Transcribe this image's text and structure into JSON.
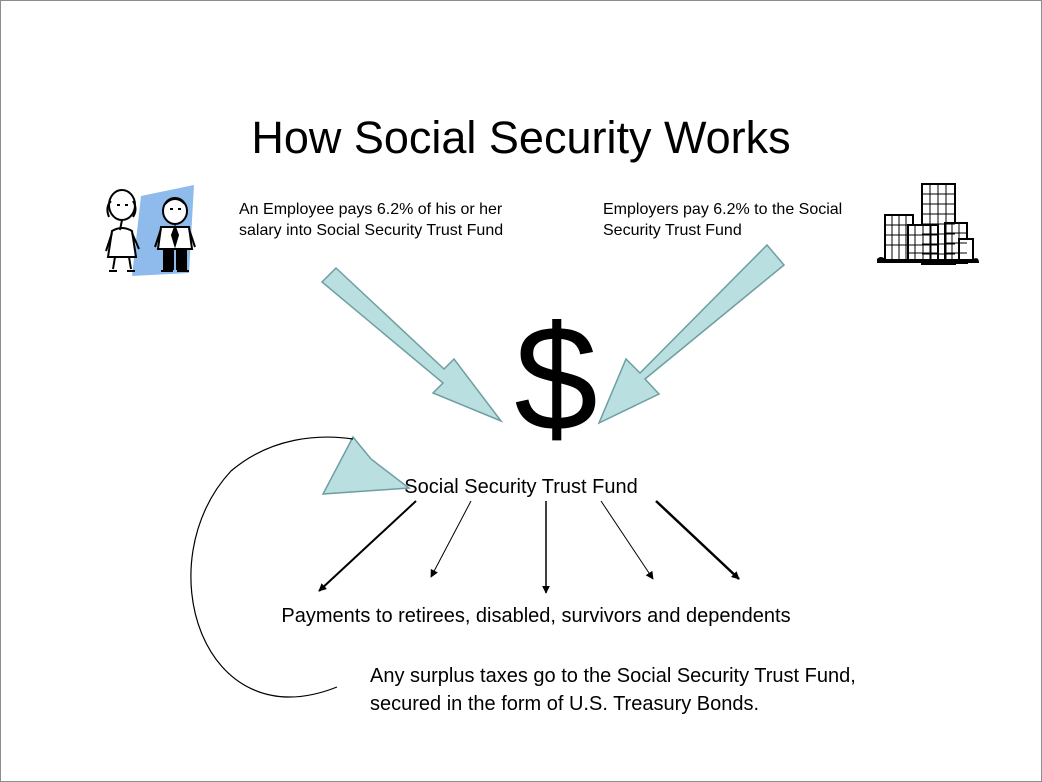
{
  "slide": {
    "title": "How Social Security Works",
    "employee_note": "An Employee pays 6.2% of his or her salary into Social Security Trust Fund",
    "employer_note": "Employers pay 6.2% to the Social Security Trust Fund",
    "symbol": "$",
    "fund_label": "Social Security Trust Fund",
    "payments_label": "Payments to retirees, disabled, survivors and dependents",
    "surplus_note": "Any surplus taxes go to the Social Security Trust Fund, secured in the form of U.S. Treasury Bonds."
  },
  "colors": {
    "flow_arrow_fill": "#b9dfe0",
    "flow_arrow_stroke": "#6f9ea1",
    "people_backdrop": "#8fbbec",
    "ink": "#000000"
  },
  "icons": {
    "people": "employee-couple-icon",
    "building": "office-building-icon"
  }
}
